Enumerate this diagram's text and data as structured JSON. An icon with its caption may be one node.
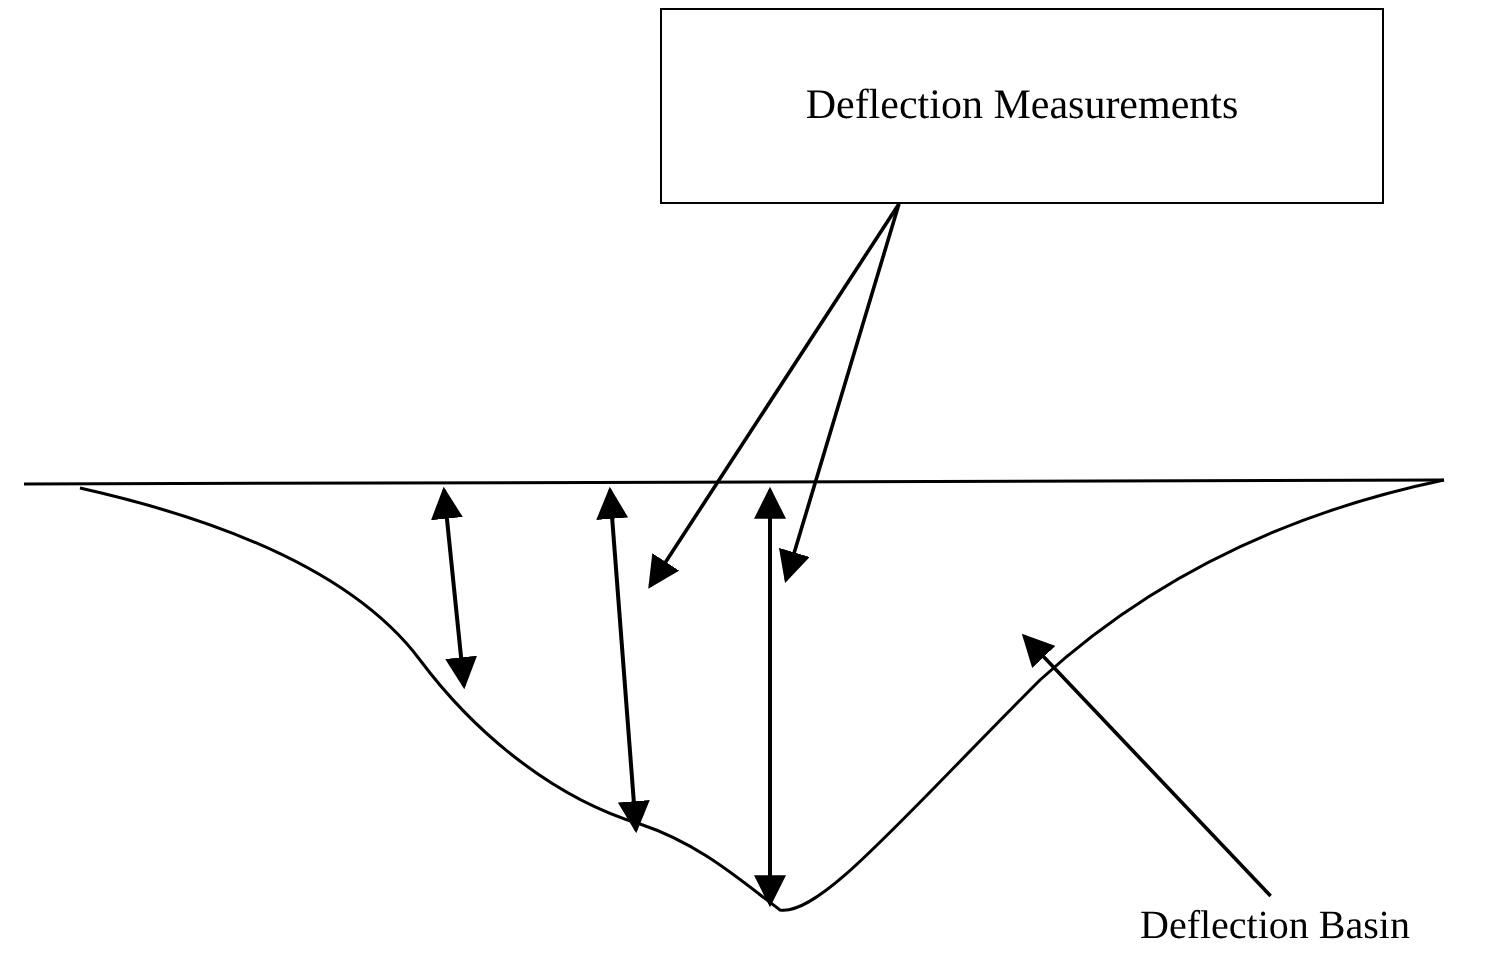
{
  "diagram": {
    "nodes": [
      {
        "text": [
          "Deflection Measurements"
        ]
      },
      {
        "text": [
          "Deflection Basin"
        ]
      }
    ],
    "edges": [
      {
        "from": 0,
        "to": null,
        "arrow": "to"
      },
      {
        "from": 0,
        "to": null,
        "arrow": "to"
      },
      {
        "from": 1,
        "to": null,
        "arrow": "to"
      }
    ]
  }
}
